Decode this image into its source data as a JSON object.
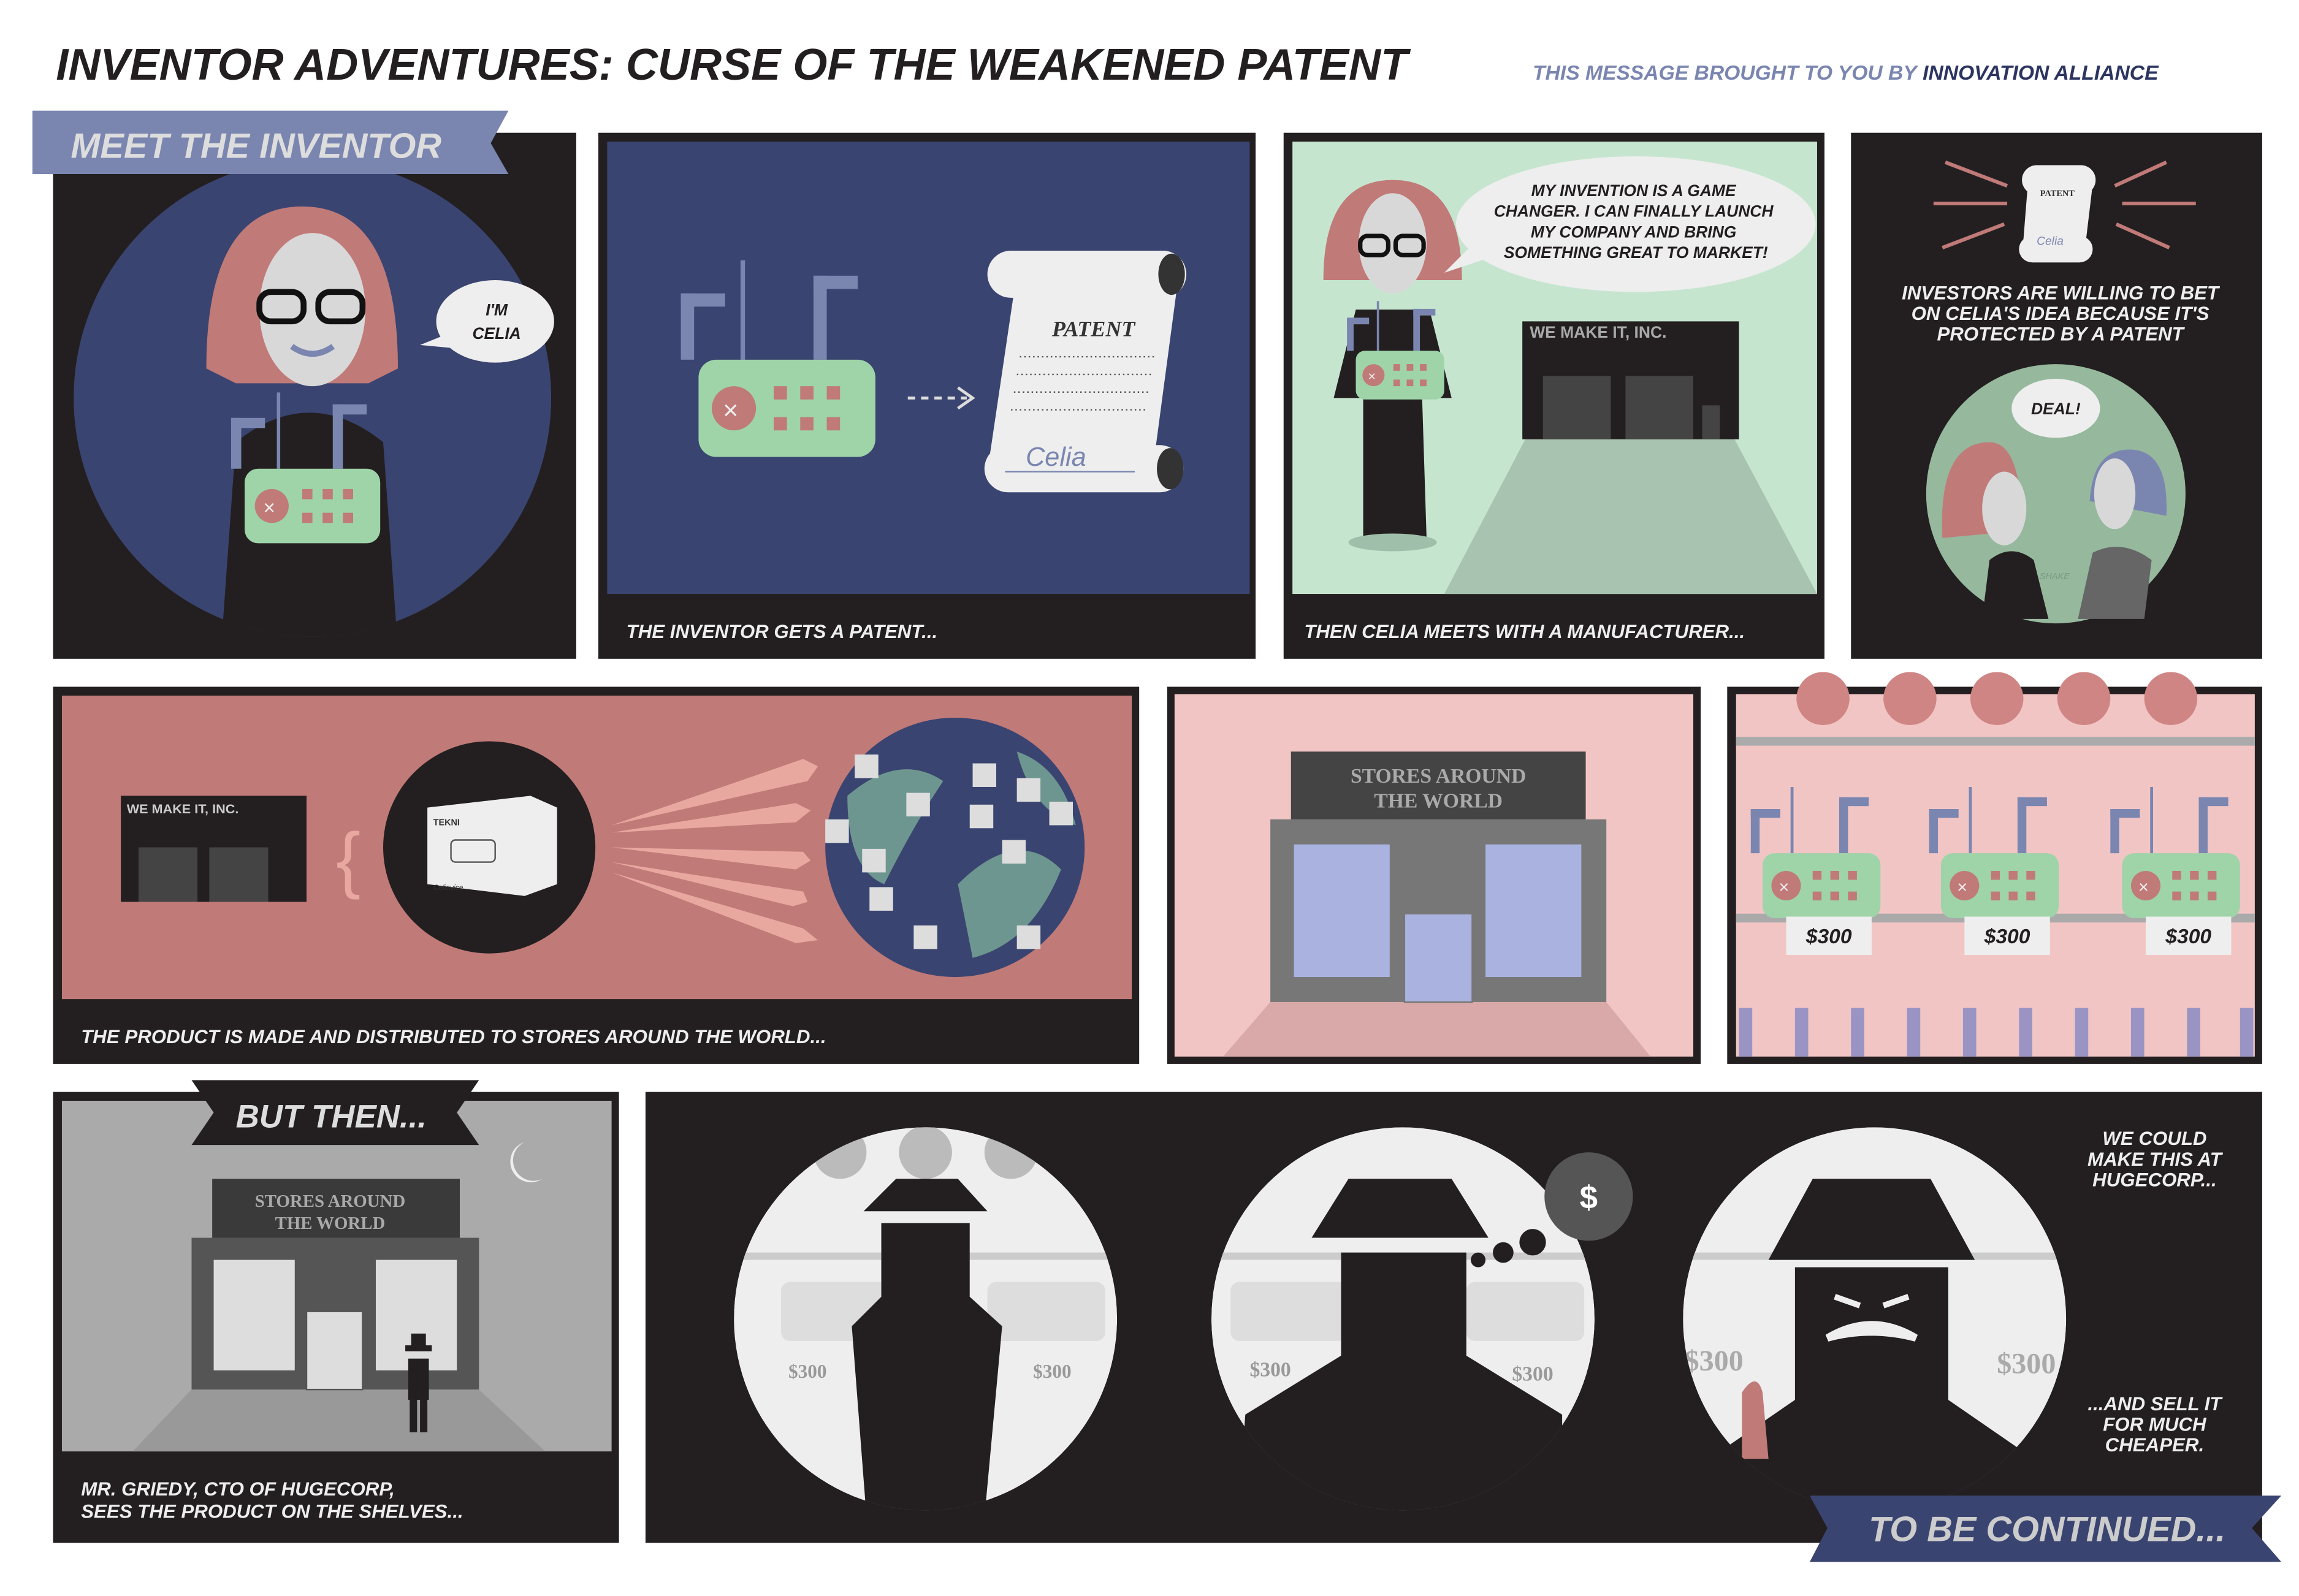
{
  "header": {
    "title": "INVENTOR ADVENTURES: CURSE OF THE WEAKENED PATENT",
    "sponsor_prefix": "THIS MESSAGE BROUGHT TO YOU BY",
    "sponsor_name": "INNOVATION ALLIANCE"
  },
  "banners": {
    "meet": "MEET THE INVENTOR",
    "but_then": "BUT THEN...",
    "continued": "TO BE CONTINUED..."
  },
  "panel1": {
    "bubble": [
      "I'M",
      "CELIA"
    ]
  },
  "panel2": {
    "patent_title": "PATENT",
    "signature": "Celia",
    "caption": "THE INVENTOR GETS A PATENT..."
  },
  "panel3": {
    "bubble": [
      "MY INVENTION IS A GAME",
      "CHANGER. I CAN FINALLY LAUNCH",
      "MY COMPANY AND BRING",
      "SOMETHING GREAT TO MARKET!"
    ],
    "factory_sign": "WE MAKE IT, INC.",
    "caption": "THEN CELIA MEETS WITH A MANUFACTURER..."
  },
  "panel4": {
    "patent_title": "PATENT",
    "signature": "Celia",
    "text": [
      "INVESTORS ARE WILLING TO BET",
      "ON CELIA'S IDEA BECAUSE IT'S",
      "PROTECTED BY A PATENT"
    ],
    "bubble": "DEAL!",
    "sfx": "SHAKE"
  },
  "panel5": {
    "factory_sign": "WE MAKE IT, INC.",
    "box_brand": "TEKNI",
    "box_label": "Celiavice",
    "caption": "THE PRODUCT IS MADE AND DISTRIBUTED TO STORES AROUND THE WORLD..."
  },
  "panel6": {
    "store_sign": [
      "STORES AROUND",
      "THE WORLD"
    ]
  },
  "panel7": {
    "prices": [
      "$300",
      "$300",
      "$300"
    ]
  },
  "panel8": {
    "store_sign": [
      "STORES AROUND",
      "THE WORLD"
    ],
    "caption": [
      "MR. GRIEDY, CTO OF HUGECORP,",
      "SEES THE PRODUCT ON THE SHELVES..."
    ]
  },
  "panel9": {
    "prices": [
      "$300",
      "$300",
      "$300",
      "$300",
      "$300",
      "$300"
    ],
    "text_top": [
      "WE COULD",
      "MAKE THIS AT",
      "HUGECORP..."
    ],
    "text_bottom": [
      "...AND SELL IT",
      "FOR MUCH",
      "CHEAPER."
    ]
  },
  "colors": {
    "navy": "#3a4470",
    "periwinkle": "#7a86b0",
    "dark": "#231f20",
    "rose": "#c07a78",
    "mint": "#c6e5cf",
    "pink": "#f2c5c5"
  }
}
